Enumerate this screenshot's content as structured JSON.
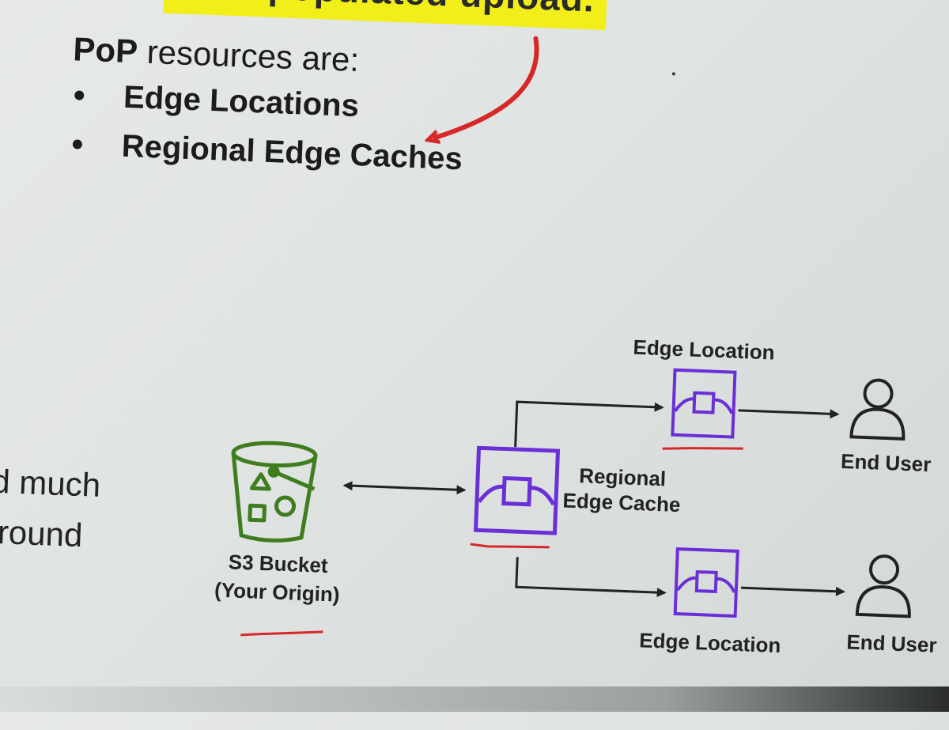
{
  "banner": {
    "partial_text": "...populated upload."
  },
  "pop": {
    "heading_bold": "PoP",
    "heading_rest": " resources are:",
    "items": [
      {
        "label": "Edge Locations"
      },
      {
        "label": "Regional Edge Caches"
      }
    ]
  },
  "left_fragments": [
    "d much",
    "round"
  ],
  "diagram": {
    "origin": {
      "line1": "S3 Bucket",
      "line2": "(Your Origin)"
    },
    "regional": {
      "line1": "Regional",
      "line2": "Edge Cache"
    },
    "edge_top": {
      "label": "Edge Location"
    },
    "edge_bottom": {
      "label": "Edge Location"
    },
    "user_top": {
      "label": "End User"
    },
    "user_bottom": {
      "label": "End User"
    }
  },
  "colors": {
    "highlight": "#f1ee1a",
    "annotation_red": "#d62828",
    "s3_green": "#3f7d1f",
    "cache_purple": "#6a2fd6"
  }
}
